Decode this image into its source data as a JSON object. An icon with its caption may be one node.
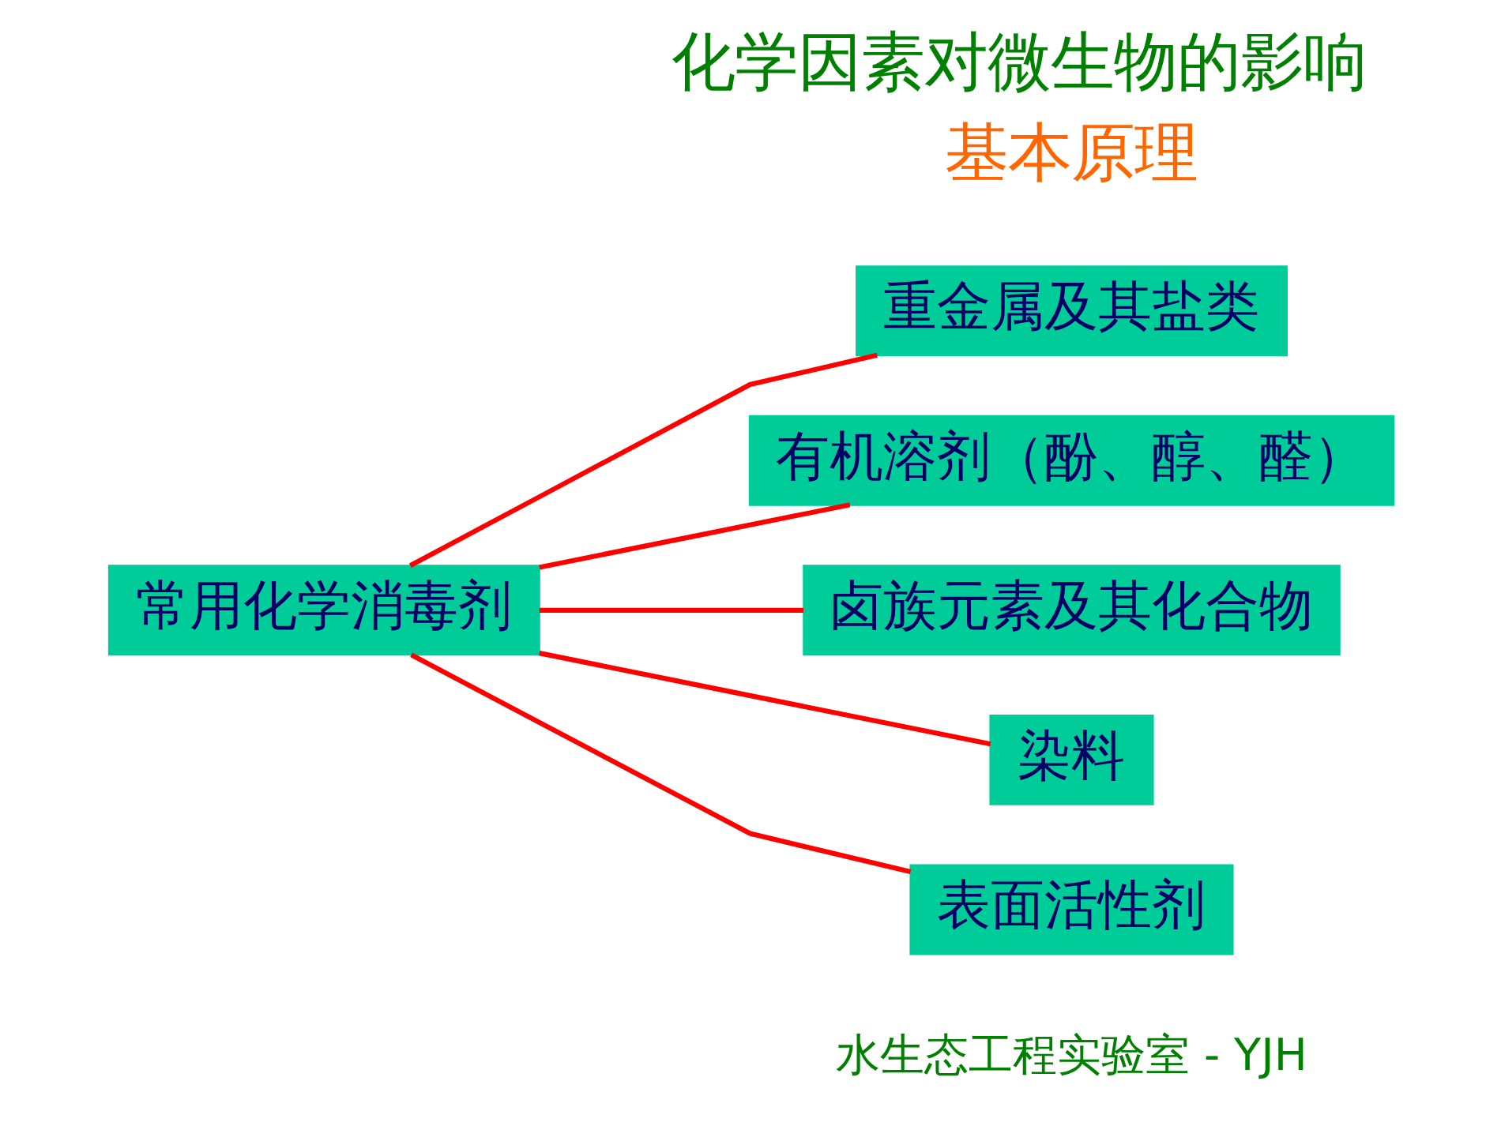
{
  "diagram": {
    "title": "化学因素对微生物的影响",
    "nodes": [
      {
        "text": [
          "常用化学消毒剂"
        ]
      },
      {
        "text": [
          "重金属及其盐类"
        ]
      },
      {
        "text": [
          "有机溶剂（酚、醇、醛）"
        ]
      },
      {
        "text": [
          "卤族元素及其化合物"
        ]
      },
      {
        "text": [
          "染料"
        ]
      },
      {
        "text": [
          "表面活性剂"
        ]
      }
    ],
    "edges": [
      {
        "from": 0,
        "to": 1,
        "arrow": "none"
      },
      {
        "from": 0,
        "to": 2,
        "arrow": "none"
      },
      {
        "from": 0,
        "to": 3,
        "arrow": "none"
      },
      {
        "from": 0,
        "to": 4,
        "arrow": "none"
      },
      {
        "from": 0,
        "to": 5,
        "arrow": "none"
      }
    ],
    "labels": [
      "基本原理",
      "水生态工程实验室 - YJH"
    ]
  }
}
